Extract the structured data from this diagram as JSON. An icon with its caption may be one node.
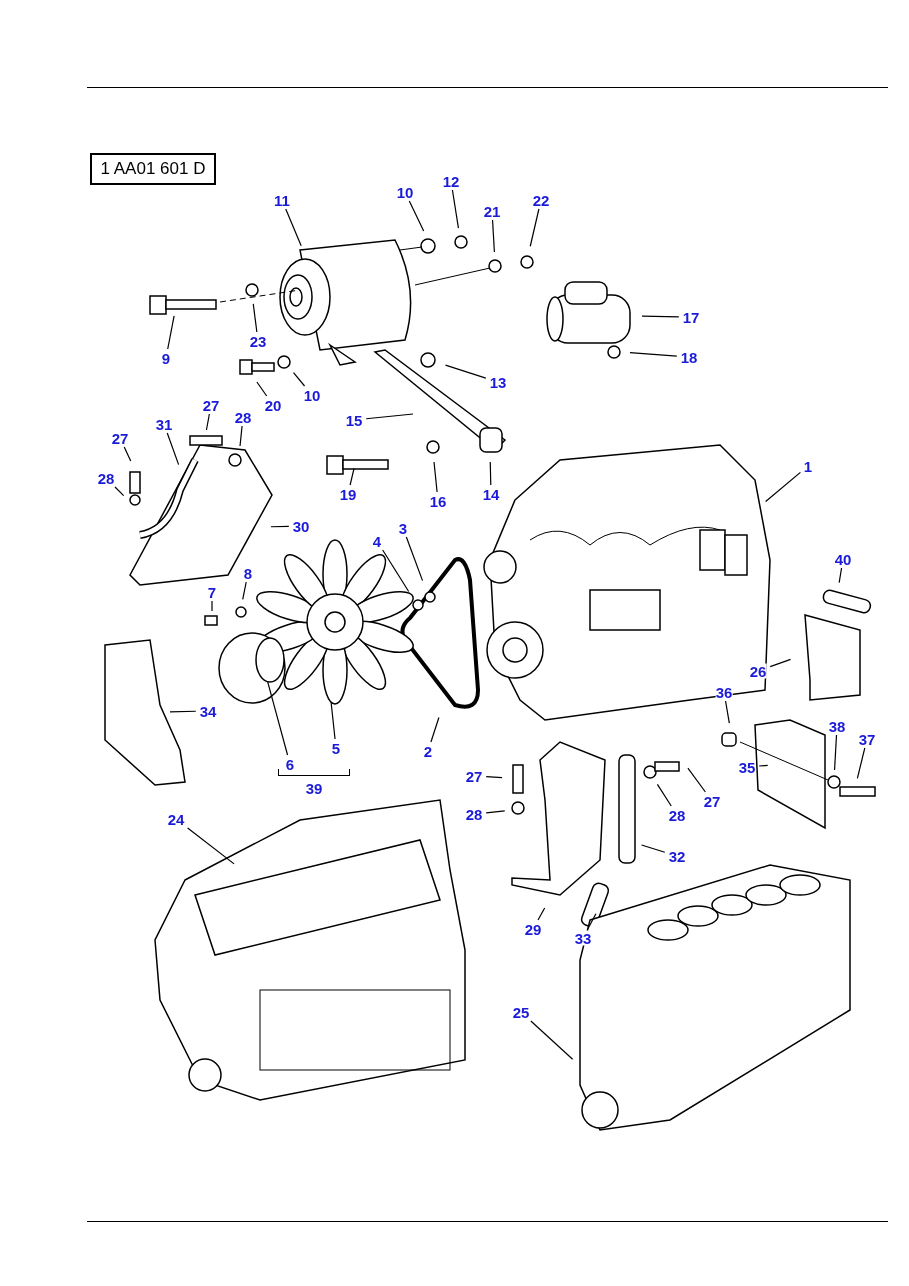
{
  "diagram": {
    "nodes": [
      {
        "text": [
          "1 AA01 601 D"
        ]
      },
      {
        "text": [
          "11"
        ]
      },
      {
        "text": [
          "10"
        ]
      },
      {
        "text": [
          "12"
        ]
      },
      {
        "text": [
          "21"
        ]
      },
      {
        "text": [
          "22"
        ]
      },
      {
        "text": [
          "9"
        ]
      },
      {
        "text": [
          "23"
        ]
      },
      {
        "text": [
          "20"
        ]
      },
      {
        "text": [
          "10"
        ]
      },
      {
        "text": [
          "17"
        ]
      },
      {
        "text": [
          "18"
        ]
      },
      {
        "text": [
          "13"
        ]
      },
      {
        "text": [
          "15"
        ]
      },
      {
        "text": [
          "27"
        ]
      },
      {
        "text": [
          "28"
        ]
      },
      {
        "text": [
          "31"
        ]
      },
      {
        "text": [
          "27"
        ]
      },
      {
        "text": [
          "28"
        ]
      },
      {
        "text": [
          "30"
        ]
      },
      {
        "text": [
          "19"
        ]
      },
      {
        "text": [
          "16"
        ]
      },
      {
        "text": [
          "14"
        ]
      },
      {
        "text": [
          "1"
        ]
      },
      {
        "text": [
          "3"
        ]
      },
      {
        "text": [
          "4"
        ]
      },
      {
        "text": [
          "8"
        ]
      },
      {
        "text": [
          "7"
        ]
      },
      {
        "text": [
          "40"
        ]
      },
      {
        "text": [
          "26"
        ]
      },
      {
        "text": [
          "34"
        ]
      },
      {
        "text": [
          "36"
        ]
      },
      {
        "text": [
          "38"
        ]
      },
      {
        "text": [
          "37"
        ]
      },
      {
        "text": [
          "35"
        ]
      },
      {
        "text": [
          "6"
        ]
      },
      {
        "text": [
          "5"
        ]
      },
      {
        "text": [
          "2"
        ]
      },
      {
        "text": [
          "27"
        ]
      },
      {
        "text": [
          "28"
        ]
      },
      {
        "text": [
          "27"
        ]
      },
      {
        "text": [
          "28"
        ]
      },
      {
        "text": [
          "32"
        ]
      },
      {
        "text": [
          "24"
        ]
      },
      {
        "text": [
          "29"
        ]
      },
      {
        "text": [
          "33"
        ]
      },
      {
        "text": [
          "25"
        ]
      },
      {
        "text": [
          "39"
        ]
      }
    ],
    "edges": [
      {
        "from": 1,
        "to": null,
        "arrow": "none"
      },
      {
        "from": 2,
        "to": null,
        "arrow": "none"
      },
      {
        "from": 3,
        "to": null,
        "arrow": "none"
      },
      {
        "from": 4,
        "to": null,
        "arrow": "none"
      },
      {
        "from": 5,
        "to": null,
        "arrow": "none"
      },
      {
        "from": 6,
        "to": null,
        "arrow": "none"
      },
      {
        "from": 7,
        "to": null,
        "arrow": "none"
      },
      {
        "from": 8,
        "to": null,
        "arrow": "none"
      },
      {
        "from": 9,
        "to": null,
        "arrow": "none"
      },
      {
        "from": 10,
        "to": null,
        "arrow": "none"
      },
      {
        "from": 11,
        "to": null,
        "arrow": "none"
      },
      {
        "from": 12,
        "to": null,
        "arrow": "none"
      },
      {
        "from": 13,
        "to": null,
        "arrow": "none"
      },
      {
        "from": 14,
        "to": null,
        "arrow": "none"
      },
      {
        "from": 15,
        "to": null,
        "arrow": "none"
      },
      {
        "from": 16,
        "to": null,
        "arrow": "none"
      },
      {
        "from": 17,
        "to": null,
        "arrow": "none"
      },
      {
        "from": 18,
        "to": null,
        "arrow": "none"
      },
      {
        "from": 19,
        "to": null,
        "arrow": "none"
      },
      {
        "from": 20,
        "to": null,
        "arrow": "none"
      },
      {
        "from": 21,
        "to": null,
        "arrow": "none"
      },
      {
        "from": 22,
        "to": null,
        "arrow": "none"
      },
      {
        "from": 23,
        "to": null,
        "arrow": "none"
      },
      {
        "from": 24,
        "to": null,
        "arrow": "none"
      },
      {
        "from": 25,
        "to": null,
        "arrow": "none"
      },
      {
        "from": 26,
        "to": null,
        "arrow": "none"
      },
      {
        "from": 27,
        "to": null,
        "arrow": "none"
      },
      {
        "from": 28,
        "to": null,
        "arrow": "none"
      },
      {
        "from": 29,
        "to": null,
        "arrow": "none"
      },
      {
        "from": 30,
        "to": null,
        "arrow": "none"
      },
      {
        "from": 31,
        "to": null,
        "arrow": "none"
      },
      {
        "from": 32,
        "to": null,
        "arrow": "none"
      },
      {
        "from": 33,
        "to": null,
        "arrow": "none"
      },
      {
        "from": 34,
        "to": null,
        "arrow": "none"
      },
      {
        "from": 35,
        "to": null,
        "arrow": "none"
      },
      {
        "from": 36,
        "to": null,
        "arrow": "none"
      },
      {
        "from": 37,
        "to": null,
        "arrow": "none"
      },
      {
        "from": 38,
        "to": null,
        "arrow": "none"
      },
      {
        "from": 39,
        "to": null,
        "arrow": "none"
      },
      {
        "from": 40,
        "to": null,
        "arrow": "none"
      },
      {
        "from": 41,
        "to": null,
        "arrow": "none"
      },
      {
        "from": 42,
        "to": null,
        "arrow": "none"
      },
      {
        "from": 43,
        "to": null,
        "arrow": "none"
      },
      {
        "from": 44,
        "to": null,
        "arrow": "none"
      },
      {
        "from": 45,
        "to": null,
        "arrow": "none"
      },
      {
        "from": 46,
        "to": null,
        "arrow": "none"
      }
    ],
    "labels": []
  }
}
